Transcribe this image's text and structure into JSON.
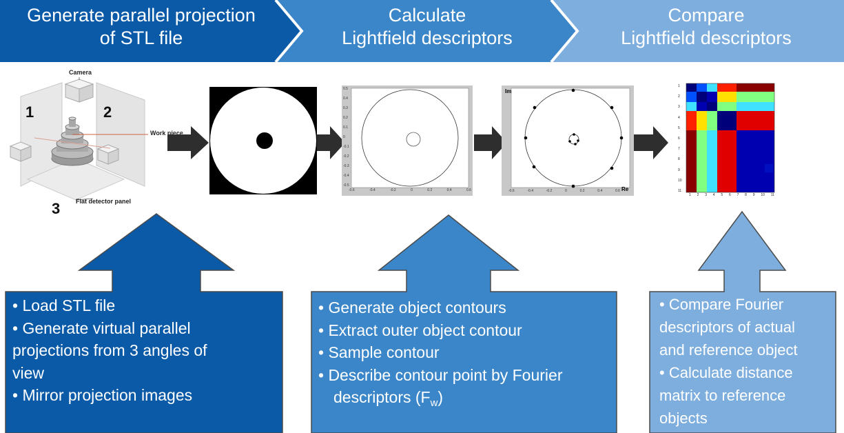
{
  "stages": [
    {
      "line1": "Generate parallel projection",
      "line2": "of STL file"
    },
    {
      "line1": "Calculate",
      "line2": "Lightfield descriptors"
    },
    {
      "line1": "Compare",
      "line2": "Lightfield descriptors"
    }
  ],
  "colors": {
    "stage1": "#0a5aa8",
    "stage2": "#3b86c8",
    "stage3": "#7eaede"
  },
  "setup": {
    "camera": "Camera",
    "work_piece": "Work piece",
    "flat_detector": "Flat detector panel",
    "num1": "1",
    "num2": "2",
    "num3": "3"
  },
  "plots": {
    "x_ticks": [
      "-0.6",
      "-0.4",
      "-0.2",
      "0",
      "0.2",
      "0.4",
      "0.6"
    ],
    "y_ticks": [
      "0.5",
      "0.4",
      "0.3",
      "0.2",
      "0.1",
      "0",
      "-0.1",
      "-0.2",
      "-0.3",
      "-0.4",
      "-0.5"
    ],
    "im_label": "Im",
    "re_label": "Re"
  },
  "matrix": {
    "labels": [
      "1",
      "2",
      "3",
      "4",
      "5",
      "6",
      "7",
      "8",
      "9",
      "10",
      "11"
    ]
  },
  "boxes": {
    "box1": [
      "• Load STL file",
      "• Generate virtual parallel",
      "projections from 3 angles of",
      "view",
      "• Mirror projection images"
    ],
    "box2": [
      "•  Generate object contours",
      "•  Extract outer object contour",
      "•  Sample contour",
      "•  Describe contour point by Fourier",
      "descriptors (F"
    ],
    "box2_sub": "w",
    "box2_close": ")",
    "box3": [
      "• Compare Fourier",
      "descriptors of actual",
      "and reference object",
      "• Calculate distance",
      "matrix to reference",
      "objects"
    ]
  }
}
